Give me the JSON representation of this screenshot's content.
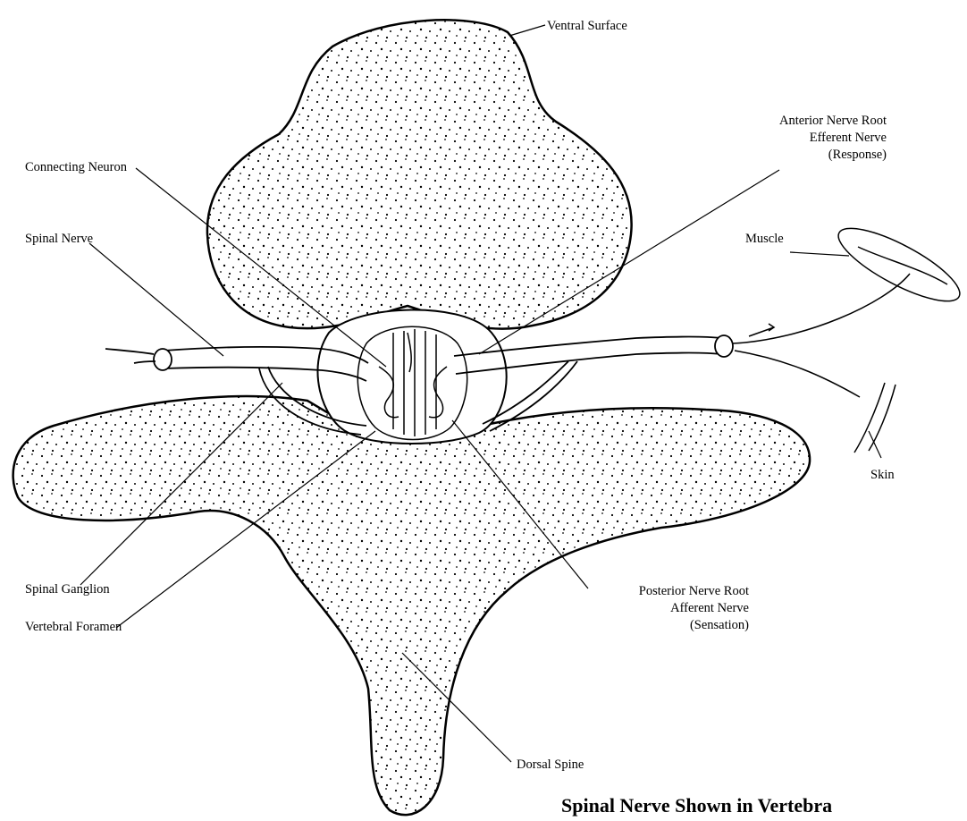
{
  "title": "Spinal Nerve Shown in Vertebra",
  "labels": {
    "ventral_surface": "Ventral Surface",
    "anterior_root": {
      "line1": "Anterior Nerve Root",
      "line2": "Efferent Nerve",
      "line3": "(Response)"
    },
    "connecting_neuron": "Connecting Neuron",
    "spinal_nerve": "Spinal Nerve",
    "muscle": "Muscle",
    "skin": "Skin",
    "spinal_ganglion": "Spinal Ganglion",
    "vertebral_foramen": "Vertebral Foramen",
    "posterior_root": {
      "line1": "Posterior Nerve Root",
      "line2": "Afferent Nerve",
      "line3": "(Sensation)"
    },
    "dorsal_spine": "Dorsal Spine"
  },
  "colors": {
    "ink": "#000000",
    "paper": "#ffffff"
  }
}
